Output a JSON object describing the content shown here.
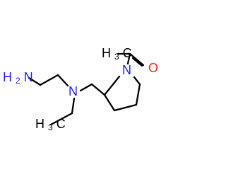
{
  "colors": {
    "carbon": "#000000",
    "nitrogen": "#1f1fff",
    "oxygen": "#ff1f1f"
  },
  "labels": {
    "amino": {
      "prefix": "H",
      "sub": "2",
      "suffix": "N"
    },
    "amine_n": {
      "text": "N"
    },
    "ring_n": {
      "text": "N"
    },
    "carbonyl_o": {
      "text": "O"
    },
    "acetyl_methyl": {
      "prefix": "H",
      "sub": "3",
      "suffix": "C"
    },
    "ethyl_methyl": {
      "prefix": "H",
      "sub": "3",
      "suffix": "C"
    }
  }
}
